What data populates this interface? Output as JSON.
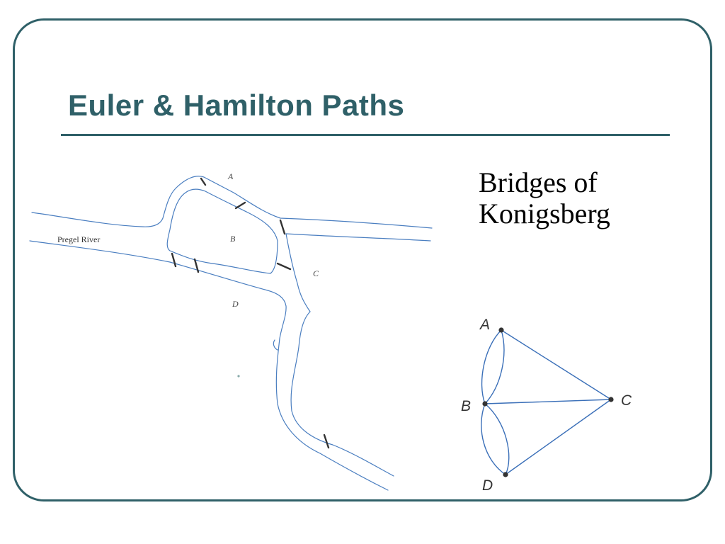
{
  "slide": {
    "title": "Euler & Hamilton Paths",
    "caption_line1": "Bridges of",
    "caption_line2": "Konigsberg"
  },
  "colors": {
    "accent": "#2f6068",
    "river": "#4a7ec0",
    "bridge": "#333333",
    "graph_edge": "#3a6fb8",
    "node": "#333333"
  },
  "map": {
    "river_name": "Pregel River",
    "regions": [
      "A",
      "B",
      "C",
      "D"
    ],
    "bridge_count": 7
  },
  "graph": {
    "nodes": [
      "A",
      "B",
      "C",
      "D"
    ],
    "edges": [
      [
        "A",
        "B"
      ],
      [
        "A",
        "B"
      ],
      [
        "A",
        "C"
      ],
      [
        "B",
        "C"
      ],
      [
        "B",
        "D"
      ],
      [
        "B",
        "D"
      ],
      [
        "C",
        "D"
      ]
    ]
  }
}
